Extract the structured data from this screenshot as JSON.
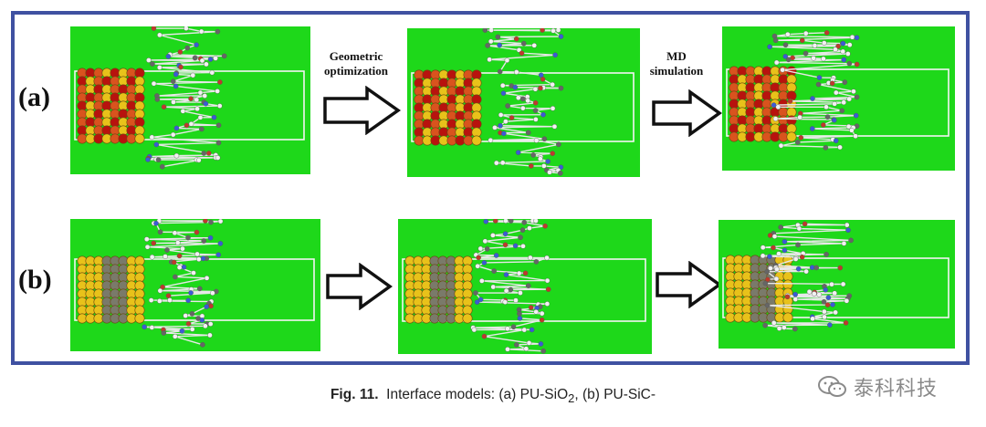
{
  "figure": {
    "rows": [
      {
        "label": "(a)",
        "system": "PU-SiO2",
        "arrows": [
          {
            "label_line1": "Geometric",
            "label_line2": "optimization"
          },
          {
            "label_line1": "MD",
            "label_line2": "simulation"
          }
        ]
      },
      {
        "label": "(b)",
        "system": "PU-SiC",
        "arrows": [
          {
            "label_line1": "",
            "label_line2": ""
          },
          {
            "label_line1": "",
            "label_line2": ""
          }
        ]
      }
    ],
    "colors": {
      "frame_border": "#3f51a1",
      "background_green": "#1ed81a",
      "sio2_orange": "#d9531e",
      "sio2_red": "#b8120e",
      "gold_atom": "#e8c21a",
      "sic_gray": "#7a7a6a",
      "polymer": "#dddddd"
    }
  },
  "caption": {
    "fig_label": "Fig. 11.",
    "text_before_sub": "Interface models: (a) PU-SiO",
    "subscript": "2",
    "text_after_sub": ", (b) PU-SiC-"
  },
  "watermark": {
    "text": "泰科科技",
    "icon": "wechat-icon"
  }
}
